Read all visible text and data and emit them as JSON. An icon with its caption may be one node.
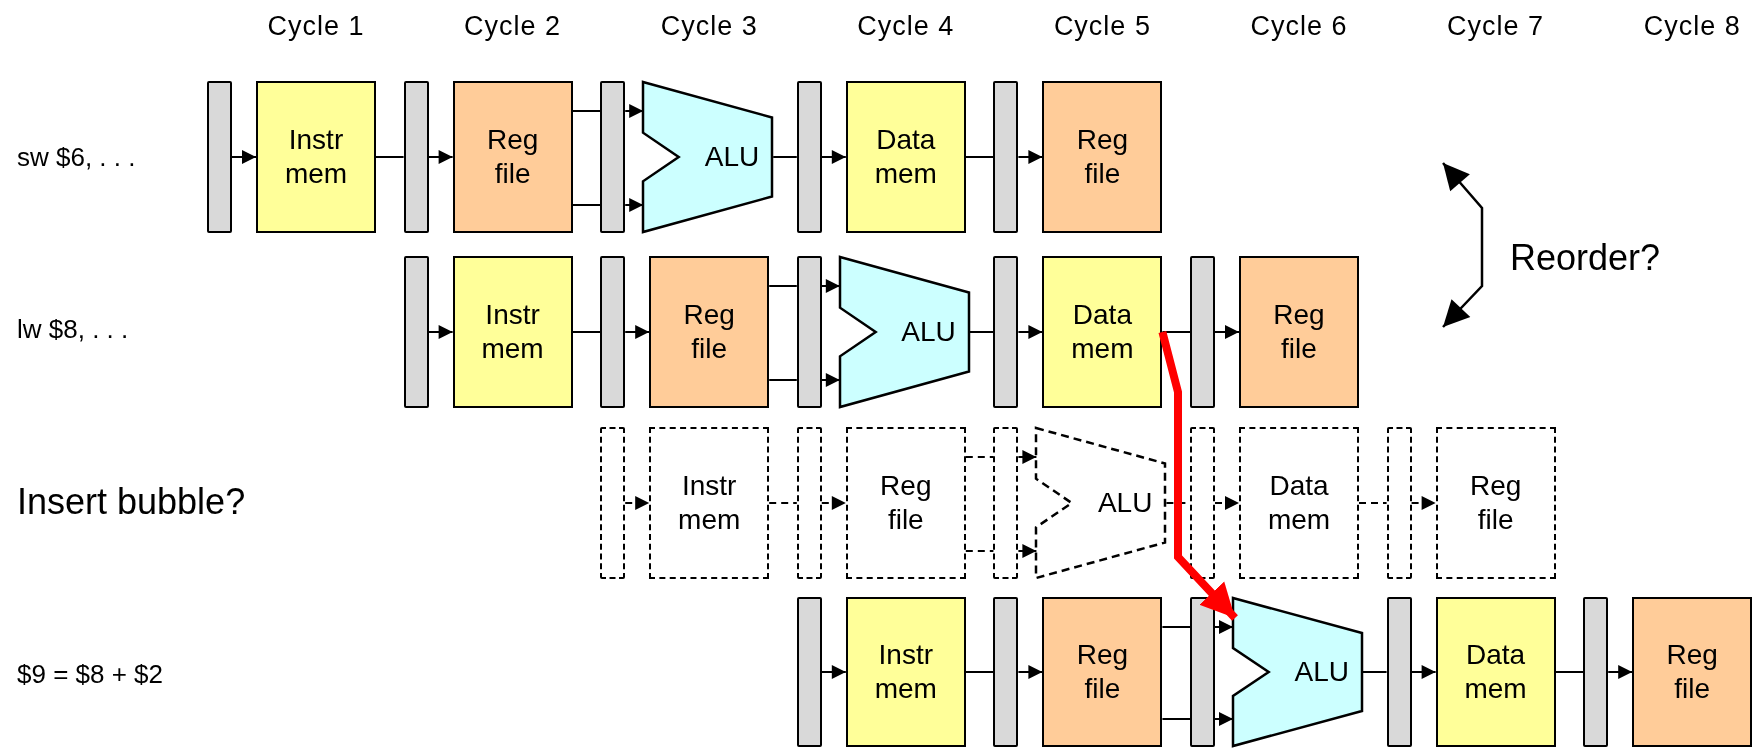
{
  "diagram": {
    "nodes": [
      {
        "text": [],
        "shape": "bar"
      },
      {
        "text": [
          "Instr mem"
        ]
      },
      {
        "text": [],
        "shape": "bar"
      },
      {
        "text": [
          "Reg file"
        ]
      },
      {
        "text": [],
        "shape": "bar"
      },
      {
        "text": [
          "ALU"
        ]
      },
      {
        "text": [],
        "shape": "bar"
      },
      {
        "text": [
          "Data mem"
        ]
      },
      {
        "text": [],
        "shape": "bar"
      },
      {
        "text": [
          "Reg file"
        ]
      },
      {
        "text": [],
        "shape": "bar"
      },
      {
        "text": [
          "Instr mem"
        ]
      },
      {
        "text": [],
        "shape": "bar"
      },
      {
        "text": [
          "Reg file"
        ]
      },
      {
        "text": [],
        "shape": "bar"
      },
      {
        "text": [
          "ALU"
        ]
      },
      {
        "text": [],
        "shape": "bar"
      },
      {
        "text": [
          "Data mem"
        ]
      },
      {
        "text": [],
        "shape": "bar"
      },
      {
        "text": [
          "Reg file"
        ]
      },
      {
        "text": [],
        "shape": "bar"
      },
      {
        "text": [
          "Instr mem"
        ]
      },
      {
        "text": [],
        "shape": "bar"
      },
      {
        "text": [
          "Reg file"
        ]
      },
      {
        "text": [],
        "shape": "bar"
      },
      {
        "text": [
          "ALU"
        ]
      },
      {
        "text": [],
        "shape": "bar"
      },
      {
        "text": [
          "Data mem"
        ]
      },
      {
        "text": [],
        "shape": "bar"
      },
      {
        "text": [
          "Reg file"
        ]
      },
      {
        "text": [],
        "shape": "bar"
      },
      {
        "text": [
          "Instr mem"
        ]
      },
      {
        "text": [],
        "shape": "bar"
      },
      {
        "text": [
          "Reg file"
        ]
      },
      {
        "text": [],
        "shape": "bar"
      },
      {
        "text": [
          "ALU"
        ]
      },
      {
        "text": [],
        "shape": "bar"
      },
      {
        "text": [
          "Data mem"
        ]
      },
      {
        "text": [],
        "shape": "bar"
      },
      {
        "text": [
          "Reg file"
        ]
      }
    ],
    "edges": [
      {
        "from": 0,
        "to": 1,
        "arrow": "to"
      },
      {
        "from": 1,
        "to": 2,
        "arrow": "none"
      },
      {
        "from": 2,
        "to": 3,
        "arrow": "to"
      },
      {
        "from": 3,
        "to": 4,
        "arrow": "none"
      },
      {
        "from": 3,
        "to": 4,
        "arrow": "none"
      },
      {
        "from": 4,
        "to": 5,
        "arrow": "to"
      },
      {
        "from": 4,
        "to": 5,
        "arrow": "to"
      },
      {
        "from": 5,
        "to": 6,
        "arrow": "none"
      },
      {
        "from": 6,
        "to": 7,
        "arrow": "to"
      },
      {
        "from": 7,
        "to": 8,
        "arrow": "none"
      },
      {
        "from": 8,
        "to": 9,
        "arrow": "to"
      },
      {
        "from": 10,
        "to": 11,
        "arrow": "to"
      },
      {
        "from": 11,
        "to": 12,
        "arrow": "none"
      },
      {
        "from": 12,
        "to": 13,
        "arrow": "to"
      },
      {
        "from": 13,
        "to": 14,
        "arrow": "none"
      },
      {
        "from": 13,
        "to": 14,
        "arrow": "none"
      },
      {
        "from": 14,
        "to": 15,
        "arrow": "to"
      },
      {
        "from": 14,
        "to": 15,
        "arrow": "to"
      },
      {
        "from": 15,
        "to": 16,
        "arrow": "none"
      },
      {
        "from": 16,
        "to": 17,
        "arrow": "to"
      },
      {
        "from": 17,
        "to": 18,
        "arrow": "none"
      },
      {
        "from": 18,
        "to": 19,
        "arrow": "to"
      },
      {
        "from": 20,
        "to": 21,
        "arrow": "to",
        "style": "dashed"
      },
      {
        "from": 21,
        "to": 22,
        "arrow": "none",
        "style": "dashed"
      },
      {
        "from": 22,
        "to": 23,
        "arrow": "to",
        "style": "dashed"
      },
      {
        "from": 23,
        "to": 24,
        "arrow": "none",
        "style": "dashed"
      },
      {
        "from": 23,
        "to": 24,
        "arrow": "none",
        "style": "dashed"
      },
      {
        "from": 24,
        "to": 25,
        "arrow": "to",
        "style": "dashed"
      },
      {
        "from": 24,
        "to": 25,
        "arrow": "to",
        "style": "dashed"
      },
      {
        "from": 25,
        "to": 26,
        "arrow": "none",
        "style": "dashed"
      },
      {
        "from": 26,
        "to": 27,
        "arrow": "to",
        "style": "dashed"
      },
      {
        "from": 27,
        "to": 28,
        "arrow": "none",
        "style": "dashed"
      },
      {
        "from": 28,
        "to": 29,
        "arrow": "to",
        "style": "dashed"
      },
      {
        "from": 30,
        "to": 31,
        "arrow": "to"
      },
      {
        "from": 31,
        "to": 32,
        "arrow": "none"
      },
      {
        "from": 32,
        "to": 33,
        "arrow": "to"
      },
      {
        "from": 33,
        "to": 34,
        "arrow": "none"
      },
      {
        "from": 33,
        "to": 34,
        "arrow": "none"
      },
      {
        "from": 34,
        "to": 35,
        "arrow": "to"
      },
      {
        "from": 34,
        "to": 35,
        "arrow": "to"
      },
      {
        "from": 35,
        "to": 36,
        "arrow": "none"
      },
      {
        "from": 36,
        "to": 37,
        "arrow": "to"
      },
      {
        "from": 37,
        "to": 38,
        "arrow": "none"
      },
      {
        "from": 38,
        "to": 39,
        "arrow": "to"
      },
      {
        "from": 17,
        "to": 35,
        "arrow": "to",
        "style": "thick",
        "color": "#ff0000"
      }
    ],
    "labels": [
      "Cycle 1",
      "Cycle 2",
      "Cycle 3",
      "Cycle 4",
      "Cycle 5",
      "Cycle 6",
      "Cycle 7",
      "Cycle 8",
      "sw $6, . . .",
      "Reorder?",
      "lw $8, . . .",
      "Insert bubble?",
      "$9 = $8 + $2"
    ]
  }
}
